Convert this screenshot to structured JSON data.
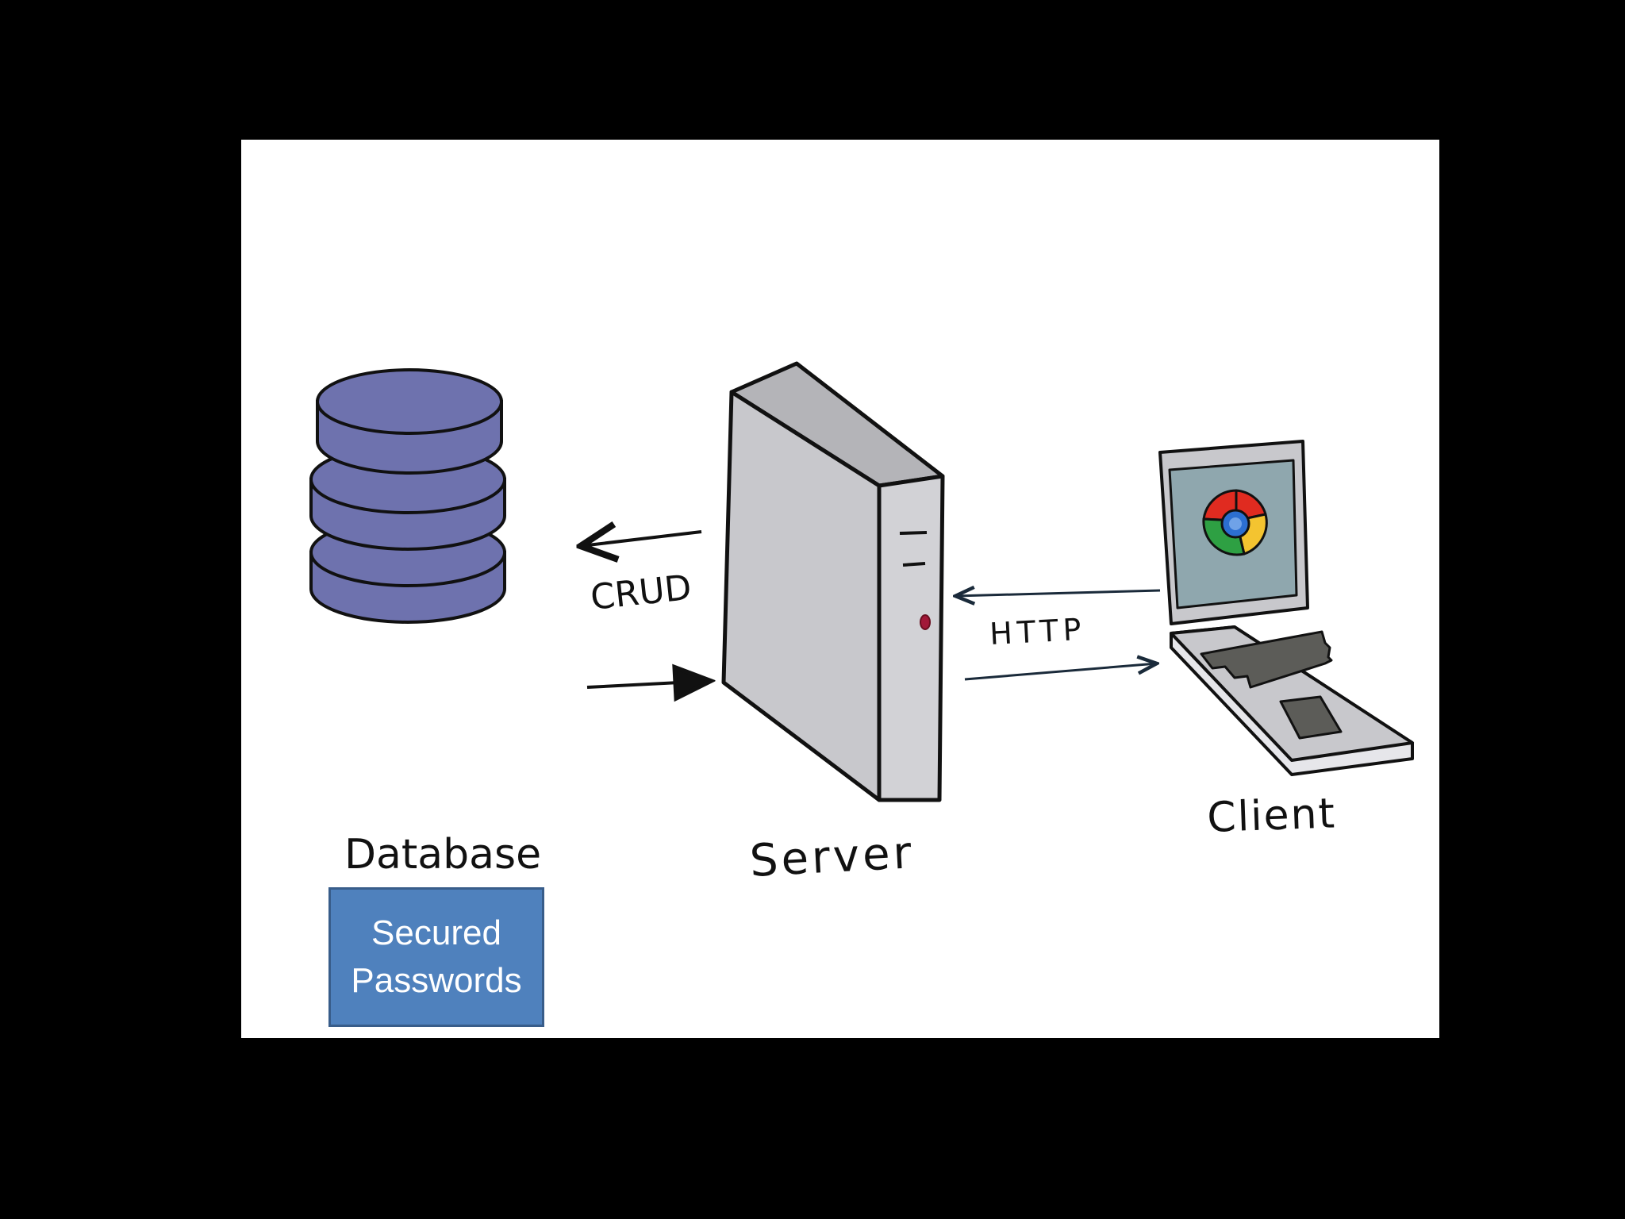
{
  "diagram": {
    "nodes": {
      "database": {
        "label": "Database",
        "icon": "database-icon",
        "color": "#6e72ae"
      },
      "server": {
        "label": "Server",
        "icon": "server-tower-icon",
        "color": "#c8c8cc"
      },
      "client": {
        "label": "Client",
        "icon": "laptop-browser-icon",
        "color": "#c8c8cc"
      }
    },
    "edges": {
      "crud": {
        "label": "CRUD",
        "from": "server",
        "to": "database",
        "bidirectional": true
      },
      "http": {
        "label": "HTTP",
        "from": "client",
        "to": "server",
        "bidirectional": true
      }
    }
  },
  "callout": {
    "line1": "Secured",
    "line2": "Passwords",
    "color": "#4f81bd"
  }
}
